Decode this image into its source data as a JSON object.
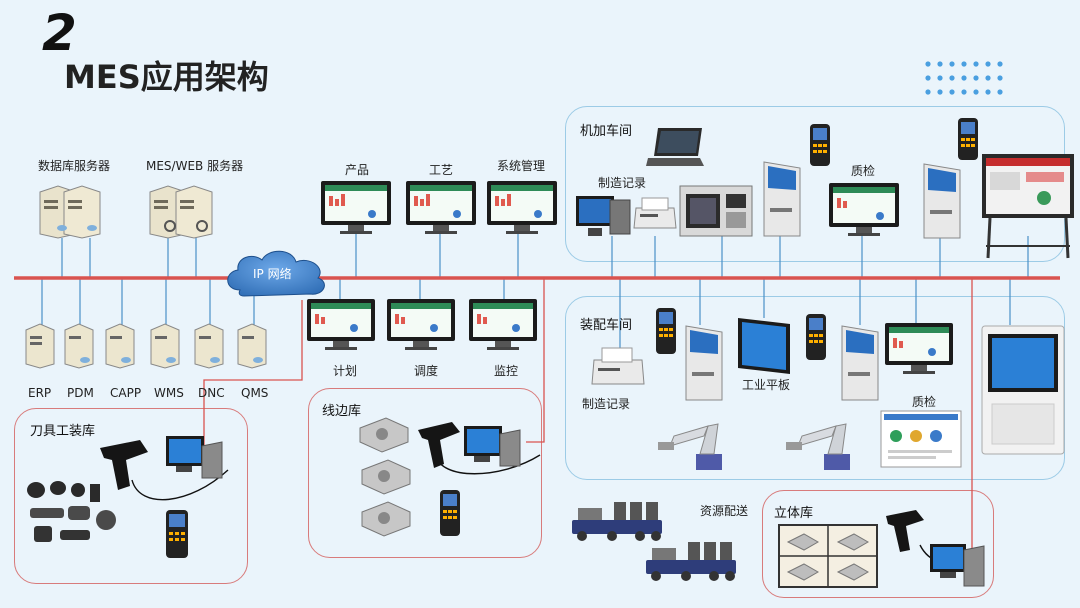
{
  "slide": {
    "number": "2",
    "title": "MES应用架构"
  },
  "network": {
    "cloud_label": "IP 网络"
  },
  "servers": {
    "db_group_label": "数据库服务器",
    "mes_group_label": "MES/WEB 服务器",
    "systems": [
      "ERP",
      "PDM",
      "CAPP",
      "WMS",
      "DNC",
      "QMS"
    ]
  },
  "top_monitors": [
    "产品",
    "工艺",
    "系统管理"
  ],
  "bottom_monitors": [
    "计划",
    "调度",
    "监控"
  ],
  "zones": {
    "machining": {
      "title": "机加车间",
      "record_label": "制造记录",
      "qc_label": "质检"
    },
    "assembly": {
      "title": "装配车间",
      "record_label": "制造记录",
      "tablet_label": "工业平板",
      "qc_label": "质检"
    },
    "tooling": {
      "title": "刀具工装库"
    },
    "lineside": {
      "title": "线边库"
    },
    "resource": {
      "label": "资源配送"
    },
    "warehouse": {
      "title": "立体库"
    }
  },
  "colors": {
    "bus": "#d9534f",
    "link": "#4a8fc8",
    "zone_red": "#d87b7b",
    "zone_blue": "#9ccbe6",
    "cloud": "#2f6db5",
    "background": "#eaf4fb"
  }
}
